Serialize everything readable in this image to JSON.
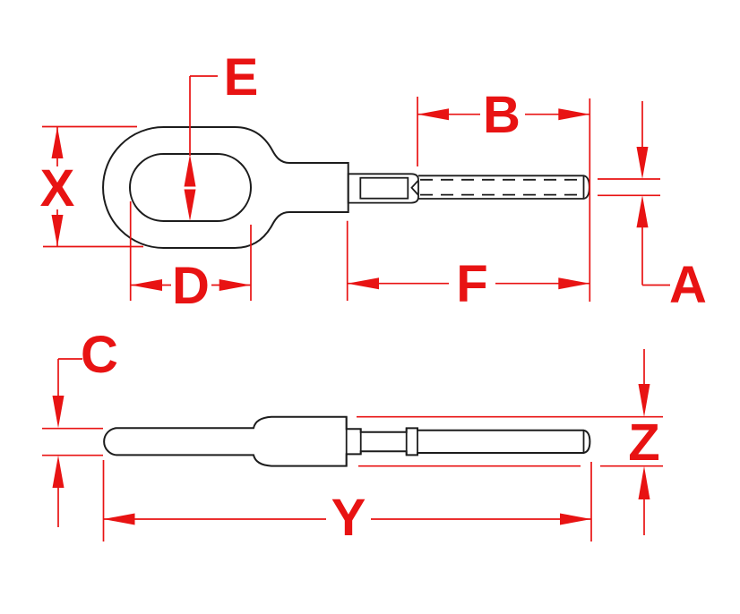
{
  "drawing": {
    "kind": "technical-dimension-drawing",
    "views": {
      "top_view": {
        "labels": {
          "x": "X",
          "e": "E",
          "d": "D",
          "b": "B",
          "f": "F",
          "a": "A"
        }
      },
      "side_view": {
        "labels": {
          "c": "C",
          "y": "Y",
          "z": "Z"
        }
      }
    },
    "colors": {
      "dimension": "#e81313",
      "outline": "#1c1c1c",
      "background": "#ffffff"
    }
  }
}
